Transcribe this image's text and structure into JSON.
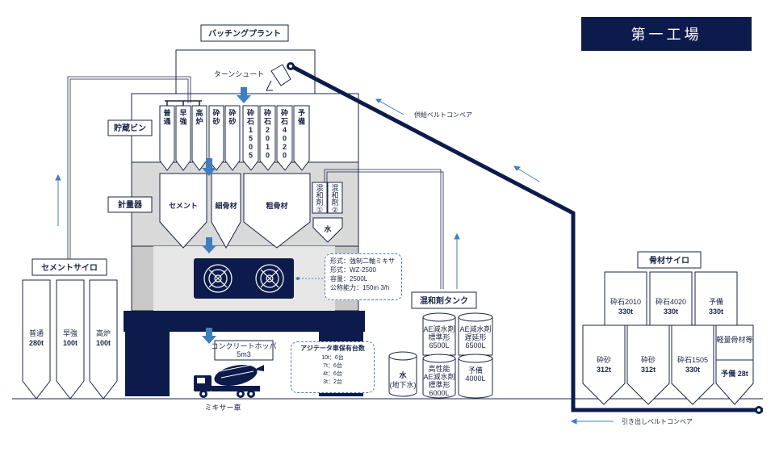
{
  "title": "第一工場",
  "labels": {
    "batching_plant": "バッチングプラント",
    "turn_chute": "ターンシュート",
    "supply_belt": "供給ベルトコンベア",
    "storage_bin": "貯蔵ビン",
    "weigher": "計量器",
    "cement_silo": "セメントサイロ",
    "admixture_tank": "混和剤タンク",
    "aggregate_silo": "骨材サイロ",
    "discharge_belt": "引き出しベルトコンベア",
    "concrete_hopper_line1": "コンクリートホッパ",
    "concrete_hopper_line2": "5m3",
    "mixer_truck": "ミキサー車"
  },
  "bins": [
    {
      "chars": [
        "普",
        "通"
      ]
    },
    {
      "chars": [
        "早",
        "強"
      ]
    },
    {
      "chars": [
        "高",
        "炉"
      ]
    },
    {
      "chars": [
        "砕",
        "砂"
      ]
    },
    {
      "chars": [
        "砕",
        "砂"
      ]
    },
    {
      "chars": [
        "砕",
        "石",
        "1",
        "5",
        "0",
        "5"
      ]
    },
    {
      "chars": [
        "砕",
        "石",
        "2",
        "0",
        "1",
        "0"
      ]
    },
    {
      "chars": [
        "砕",
        "石",
        "4",
        "0",
        "2",
        "0"
      ]
    },
    {
      "chars": [
        "予",
        "備"
      ]
    }
  ],
  "weighers": {
    "cement": "セメント",
    "fine": "細骨材",
    "coarse": "粗骨材",
    "admix1": [
      "混",
      "和",
      "剤",
      "①"
    ],
    "admix2": [
      "混",
      "和",
      "剤",
      "②"
    ],
    "water": "水"
  },
  "mixer_spec": [
    "形式：強制二軸ミキサ",
    "形式：WZ-2500",
    "容量：2500L",
    "公称能力：150m 3/h"
  ],
  "truck_fleet": {
    "heading": "アジテータ車保有台数",
    "rows": [
      "10t：6台",
      "7t：6台",
      "4t：6台",
      "3t：2台"
    ]
  },
  "cement_silos": [
    {
      "name": "普通",
      "cap": "280t"
    },
    {
      "name": "早強",
      "cap": "100t"
    },
    {
      "name": "高炉",
      "cap": "100t"
    }
  ],
  "admixture_tanks": [
    {
      "lines": [
        "AE減水剤",
        "標準形",
        "6500L"
      ]
    },
    {
      "lines": [
        "AE減水剤",
        "遅延形",
        "6500L"
      ]
    },
    {
      "lines": [
        "高性能",
        "AE減水剤",
        "標準形",
        "6000L"
      ]
    },
    {
      "lines": [
        "予備",
        "4000L"
      ]
    }
  ],
  "water_tank": {
    "name": "水",
    "sub": "(地下水)"
  },
  "aggregate_silos_top": [
    {
      "name": "砕石2010",
      "cap": "330t"
    },
    {
      "name": "砕石4020",
      "cap": "330t"
    },
    {
      "name": "予備",
      "cap": "330t"
    }
  ],
  "aggregate_silos_bottom": [
    {
      "name": "砕砂",
      "cap": "312t"
    },
    {
      "name": "砕砂",
      "cap": "312t"
    },
    {
      "name": "砕石1505",
      "cap": "330t"
    },
    {
      "name": "軽量骨材等",
      "cap": "予備 28t"
    }
  ],
  "colors": {
    "navy": "#0d1b4c",
    "blue_arrow": "#3f7fc0",
    "gray_band": "#d9d9d9",
    "mixer_band": "#c8c8c8"
  }
}
